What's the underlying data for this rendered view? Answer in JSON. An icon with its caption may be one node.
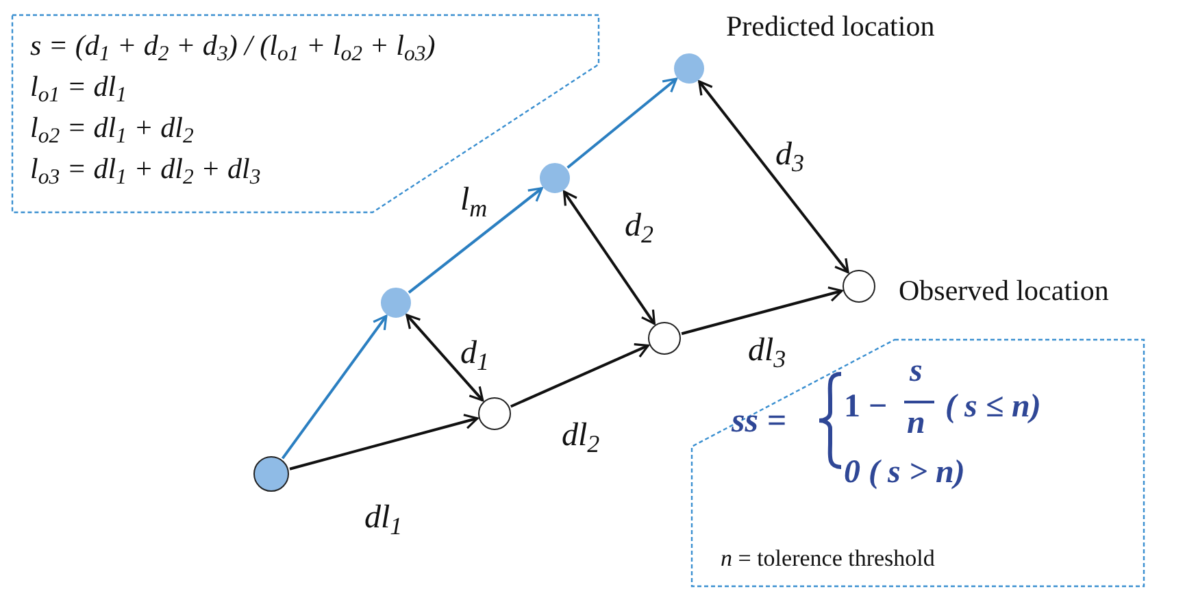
{
  "diagram": {
    "nodes": [
      {
        "text": [],
        "shape": "circle"
      },
      {
        "text": [],
        "shape": "circle"
      },
      {
        "text": [],
        "shape": "circle"
      },
      {
        "text": [],
        "shape": "circle",
        "beside": [
          "Predicted location"
        ]
      },
      {
        "text": [],
        "shape": "circle"
      },
      {
        "text": [],
        "shape": "circle"
      },
      {
        "text": [],
        "shape": "circle",
        "beside": [
          "Observed location"
        ]
      },
      {
        "text": [
          "s = (d$_{1}$ + d$_{2}$ + d$_{3}$) / (l$_{o1}$ + l$_{o2}$ + l$_{o3}$)",
          "l$_{o1}$ = dl$_{1}$",
          "l$_{o2}$ = dl$_{1}$ + dl$_{2}$",
          "l$_{o3}$ = dl$_{1}$ + dl$_{2}$ + dl$_{3}$"
        ]
      },
      {
        "text": [
          "ss =",
          "1 −",
          "s",
          "n",
          "( s ≤ n)",
          "0 ( s > n)",
          "*n* = tolerence threshold"
        ]
      }
    ],
    "edges": [
      {
        "from": 0,
        "to": 1,
        "arrow": "to",
        "color": "#2b7fc1"
      },
      {
        "from": 1,
        "to": 2,
        "arrow": "to",
        "label": "l$_{m}$",
        "color": "#2b7fc1"
      },
      {
        "from": 2,
        "to": 3,
        "arrow": "to",
        "color": "#2b7fc1"
      },
      {
        "from": 0,
        "to": 4,
        "arrow": "to",
        "label": "dl$_{1}$"
      },
      {
        "from": 4,
        "to": 5,
        "arrow": "to",
        "label": "dl$_{2}$"
      },
      {
        "from": 5,
        "to": 6,
        "arrow": "to",
        "label": "dl$_{3}$"
      },
      {
        "from": 1,
        "to": 4,
        "arrow": "both",
        "label": "d$_{1}$"
      },
      {
        "from": 2,
        "to": 5,
        "arrow": "both",
        "label": "d$_{2}$"
      },
      {
        "from": 3,
        "to": 6,
        "arrow": "both",
        "label": "d$_{3}$"
      }
    ]
  }
}
